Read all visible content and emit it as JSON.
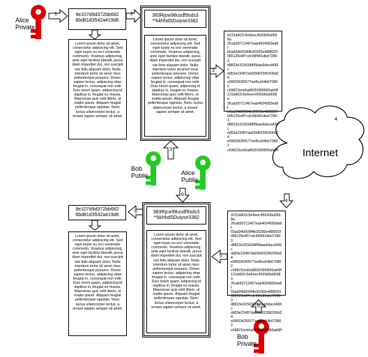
{
  "keys": {
    "alice_private": {
      "line1": "Alice",
      "line2": "Private",
      "color": "#dd0000"
    },
    "bob_public": {
      "line1": "Bob",
      "line2": "Public",
      "color": "#22cc22"
    },
    "alice_public": {
      "line1": "Alice",
      "line2": "Public",
      "color": "#22cc22"
    },
    "bob_private": {
      "line1": "Bob",
      "line2": "Private",
      "color": "#dd0000"
    }
  },
  "top": {
    "hash": {
      "line1": "9e107d9d372bb682",
      "line2": "6bd81d3542a419d6"
    },
    "encrypted_hash": {
      "line1": "383Rjcw98usdf9sds3",
      "line2": "**kkhhdSDuiyse3382"
    },
    "message": "Lorem ipsum dolor sit amet, consectetur adipiscing elit. Sed eget turpis eu orci venenatis commodo. Vivamus adipiscing, ante eget facilisis blandit, purus diam imperdiet dui, non suscipit nisi felis aliquam dolor. Nulla interdum tortor sit amet risus pellentesque posuere. Donec sapien lectus, adipiscing vitae feugiat in, consequat non velit. Duis lorem quam, adipiscing id dapibus in, feugiat eu massa. Maecenas quis velit libero, ut mattis ipsum. Aliquam feugiat pellentesque egestas. Nunc luctus ullamcorper lectus, a ornare sapien semper sit amet.",
    "ciphertext": "d131dd02c5e6eec4693d9a0698a\n2fcab50712467eab4004583eb8f\nb5ad340609f4b30283e488832f\n085125e8f7cdc99fd91dbd72803\nd8823e3156348f5bae6dacd436c\ndd53e23487da03fd02396306d24\ne99f3342f0577eeBce54b670802\nc69821bcb6a8839396f965ab6ff\n131dd02c5e6eec4693d9a0698a\n2fcab50712467eab4004583eb8f\nb5ad340609f4b30283e488832f\n085125e8f7cdc99fd91dbd72803\nd8823e3156348f5bae6dacd436c\ndd53e23487da03fd02396306d24\ne99f3342f0577eeBce54b670802\nc69821bcb6a8839396f965ab6ff"
  },
  "bottom": {
    "hash": {
      "line1": "9e107d9d372bb682",
      "line2": "6bd81d3542a419d6"
    },
    "encrypted_hash": {
      "line1": "383Rjcw98usdf9sds3",
      "line2": "**kkhhdSDuiyse3382"
    },
    "message": "Lorem ipsum dolor sit amet, consectetur adipiscing elit. Sed eget turpis eu orci venenatis commodo. Vivamus adipiscing, ante eget facilisis blandit, purus diam imperdiet dui, non suscipit nisi felis aliquam dolor. Nulla interdum tortor sit amet risus pellentesque posuere. Donec sapien lectus, adipiscing vitae feugiat in, consequat non velit. Duis lorem quam, adipiscing id dapibus in, feugiat eu massa. Maecenas quis velit libero, ut mattis ipsum. Aliquam feugiat pellentesque egestas. Nunc luctus ullamcorper lectus, a ornare sapien semper sit amet.",
    "ciphertext": "d131dd02c5e6eec4693d9a0698a\n2fcab50712467eab4004583eb8f\n55ad340609f4b30283e488832f\n085125e8f7cdc99fd91dbd72803\nd8823e3156348f5bae6dacd436c\ndd53e23487da03fd02396306d24\ne99f3342f0577eeBce54b670802\nc69821bcb6a8839396f965ab6ff\n131dd02c5e6eec4693d9a0698a\n2fcab50712467eab4004583eb8f\n55ad340609f4b30283e488832f\n085125e8f7cdc99fd91dbd72803\nd8823e3156348f5bae6dacd436c\ndd53e23487da03fd02396306d24\ne99f3342f0577eeBce54b670802\nc69821bcb6a8839396f965ab6ff"
  },
  "cloud": {
    "label": "Internet"
  },
  "steps": [
    "1",
    "2",
    "3",
    "3",
    "4",
    "4",
    "5",
    "5",
    "6",
    "6"
  ]
}
